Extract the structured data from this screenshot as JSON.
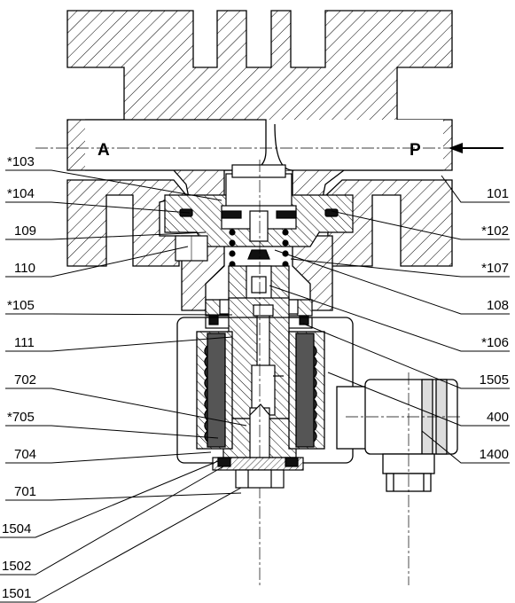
{
  "ports": {
    "left": "A",
    "right": "P"
  },
  "labels_left": [
    "*103",
    "*104",
    "109",
    "110",
    "*105",
    "111",
    "702",
    "*705",
    "704",
    "701",
    "1504",
    "1502",
    "1501"
  ],
  "labels_right": [
    "101",
    "*102",
    "*107",
    "108",
    "*106",
    "1505",
    "400",
    "1400"
  ]
}
